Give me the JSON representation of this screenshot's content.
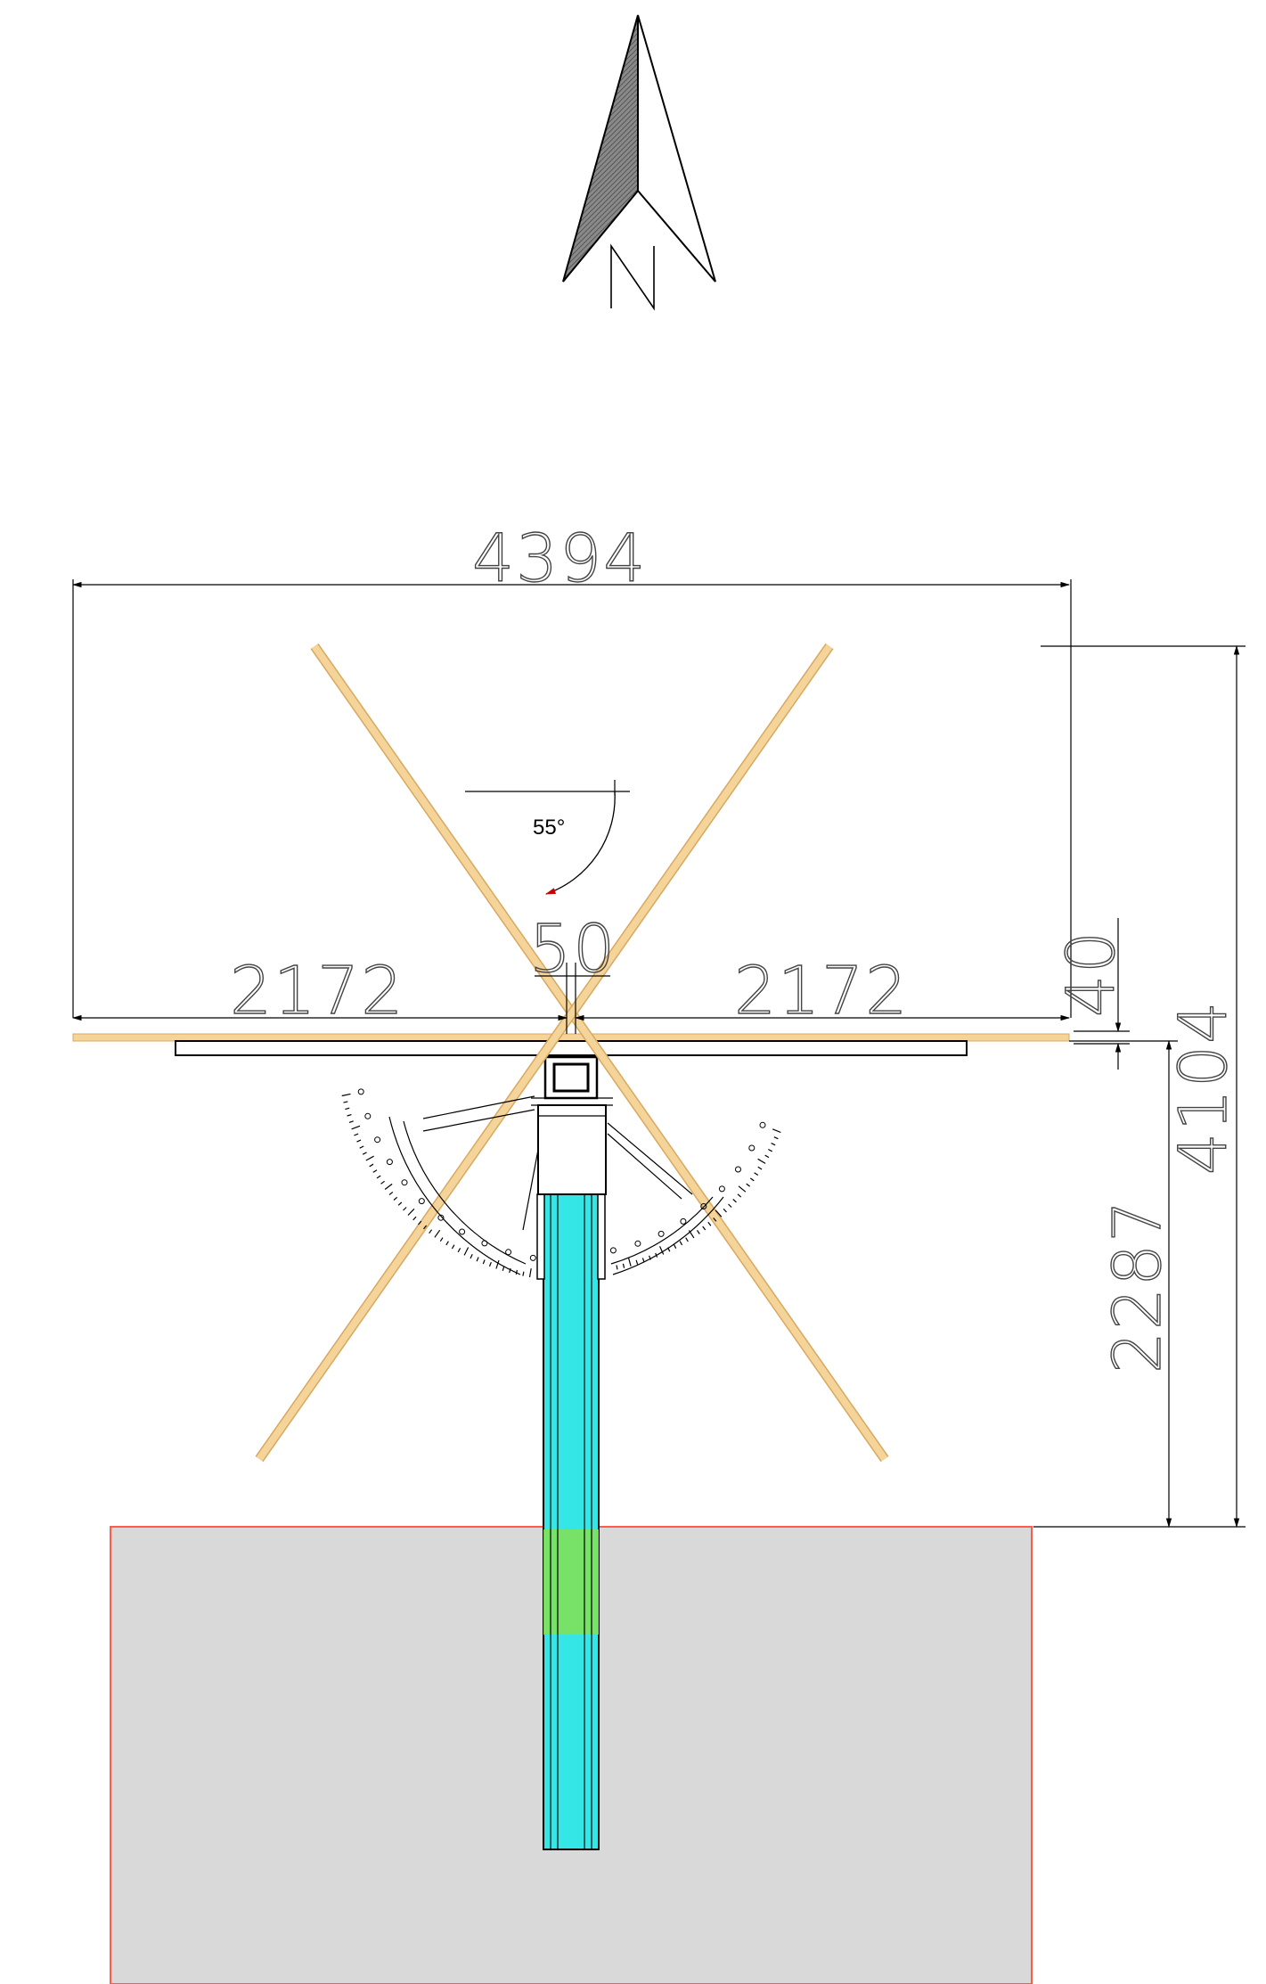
{
  "compass": {
    "label": "N"
  },
  "dimensions": {
    "overall_width": "4394",
    "left_span": "2172",
    "right_span": "2172",
    "gap": "50",
    "offset": "40",
    "total_height": "4104",
    "mast_height": "2287"
  },
  "angle": {
    "label": "55°"
  },
  "colors": {
    "elements": "#f5d49a",
    "element_edge": "#d8a860",
    "mast": "#35e6e6",
    "mast_band": "#7fe05a",
    "ground": "#d9d9d9",
    "ground_edge": "#ff5a4a",
    "compass_fill": "#666666"
  }
}
